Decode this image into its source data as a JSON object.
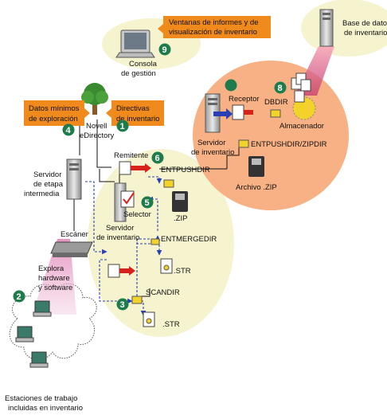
{
  "colors": {
    "cream": "#f6f3cf",
    "salmon": "#f7b184",
    "orange": "#f08a1c",
    "green": "#1e7b4b",
    "dash_blue": "#2b3fb5",
    "arrow_red": "#d8231c",
    "dbdir_yellow": "#f3d22a"
  },
  "labels": {
    "console": [
      "Consola",
      "de gestión"
    ],
    "reports_box": [
      "Ventanas de informes y de",
      "visualización de inventario"
    ],
    "db": [
      "Base de datos",
      "de inventario"
    ],
    "min_data_box": [
      "Datos mínimos",
      "de exploración"
    ],
    "policies_box": [
      "Directivas",
      "de inventario"
    ],
    "edirectory": [
      "Novell",
      "eDirectory"
    ],
    "staging_server": [
      "Servidor",
      "de etapa",
      "intermedia"
    ],
    "scanner": "Escáner",
    "explores": [
      "Explora",
      "hardware",
      "y software"
    ],
    "workstations": [
      "Estaciones de trabajo",
      "incluidas en inventario"
    ],
    "sender": "Remitente",
    "entpushdir": "ENTPUSHDIR",
    "zip1": ".ZIP",
    "selector": "Selector",
    "inv_server_main": [
      "Servidor",
      "de inventario"
    ],
    "entmergedir": "ENTMERGEDIR",
    "str1": ".STR",
    "scandir": "SCANDIR",
    "str2": ".STR",
    "receiver": "Receptor",
    "dbdir": "DBDIR",
    "storer": "Almacenador",
    "inv_server_right": [
      "Servidor",
      "de inventario"
    ],
    "entpushdir_zipdir": "ENTPUSHDIR/ZIPDIR",
    "zip_archive": "Archivo .ZIP"
  },
  "steps": [
    "1",
    "2",
    "3",
    "4",
    "5",
    "6",
    "8",
    "9"
  ]
}
